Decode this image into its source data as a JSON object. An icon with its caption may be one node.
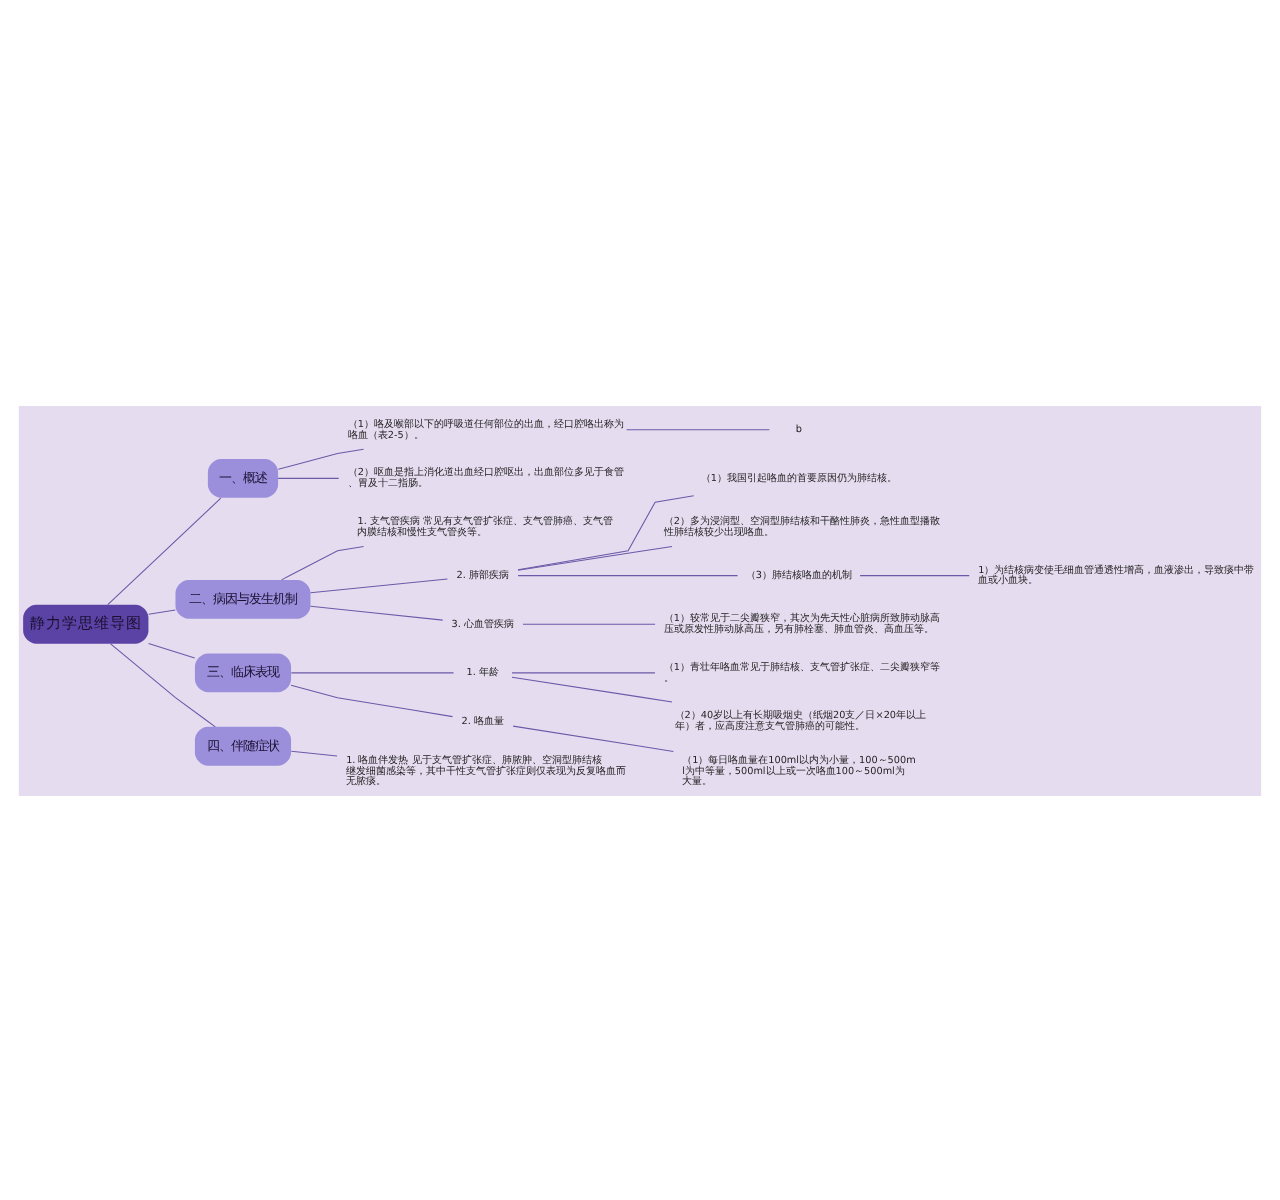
{
  "diagram": {
    "nodes": [
      {
        "text": [
          "静力学思维导图"
        ]
      },
      {
        "text": [
          "一、概述"
        ]
      },
      {
        "text": [
          "（1）咯及喉部以下的呼吸道任何部位的出血，经口腔咯出称为咯血（表2-5）。"
        ]
      },
      {
        "text": [
          "b"
        ]
      },
      {
        "text": [
          "（2）呕血是指上消化道出血经口腔呕出，出血部位多见于食管、胃及十二指肠。"
        ]
      },
      {
        "text": [
          "二、病因与发生机制"
        ]
      },
      {
        "text": [
          "1. 支气管疾病 常见有支气管扩张症、支气管肺癌、支气管内膜结核和慢性支气管炎等。"
        ]
      },
      {
        "text": [
          "2. 肺部疾病"
        ]
      },
      {
        "text": [
          "（1）我国引起咯血的首要原因仍为肺结核。"
        ]
      },
      {
        "text": [
          "（2）多为浸润型、空洞型肺结核和干酪性肺炎，急性血型播散性肺结核较少出现咯血。"
        ]
      },
      {
        "text": [
          "（3）肺结核咯血的机制"
        ]
      },
      {
        "text": [
          "1）为结核病变使毛细血管通透性增高，血液渗出，导致痰中带血或小血块。"
        ]
      },
      {
        "text": [
          "3. 心血管疾病"
        ]
      },
      {
        "text": [
          "（1）较常见于二尖瓣狭窄，其次为先天性心脏病所致肺动脉高压或原发性肺动脉高压，另有肺栓塞、肺血管炎、高血压等。"
        ]
      },
      {
        "text": [
          "三、临床表现"
        ]
      },
      {
        "text": [
          "1. 年龄"
        ]
      },
      {
        "text": [
          "（1）青壮年咯血常见于肺结核、支气管扩张症、二尖瓣狭窄等。"
        ]
      },
      {
        "text": [
          "（2）40岁以上有长期吸烟史（纸烟20支／日×20年以上年）者，应高度注意支气管肺癌的可能性。"
        ]
      },
      {
        "text": [
          "2. 咯血量"
        ]
      },
      {
        "text": [
          "（1）每日咯血量在100ml以内为小量，100～500ml为中等量，500ml以上或一次咯血100～500ml为大量。"
        ]
      },
      {
        "text": [
          "四、伴随症状"
        ]
      },
      {
        "text": [
          "1. 咯血伴发热 见于支气管扩张症、肺脓肿、空洞型肺结核继发细菌感染等，其中干性支气管扩张症则仅表现为反复咯血而无脓痰。"
        ]
      }
    ],
    "edges": [
      {
        "from": 0,
        "to": 1,
        "arrow": "none"
      },
      {
        "from": 1,
        "to": 2,
        "arrow": "none"
      },
      {
        "from": 2,
        "to": 3,
        "arrow": "none"
      },
      {
        "from": 1,
        "to": 4,
        "arrow": "none"
      },
      {
        "from": 0,
        "to": 5,
        "arrow": "none"
      },
      {
        "from": 5,
        "to": 6,
        "arrow": "none"
      },
      {
        "from": 5,
        "to": 7,
        "arrow": "none"
      },
      {
        "from": 7,
        "to": 8,
        "arrow": "none"
      },
      {
        "from": 7,
        "to": 9,
        "arrow": "none"
      },
      {
        "from": 7,
        "to": 10,
        "arrow": "none"
      },
      {
        "from": 10,
        "to": 11,
        "arrow": "none"
      },
      {
        "from": 5,
        "to": 12,
        "arrow": "none"
      },
      {
        "from": 12,
        "to": 13,
        "arrow": "none"
      },
      {
        "from": 0,
        "to": 14,
        "arrow": "none"
      },
      {
        "from": 14,
        "to": 15,
        "arrow": "none"
      },
      {
        "from": 15,
        "to": 16,
        "arrow": "none"
      },
      {
        "from": 15,
        "to": 17,
        "arrow": "none"
      },
      {
        "from": 14,
        "to": 18,
        "arrow": "none"
      },
      {
        "from": 18,
        "to": 19,
        "arrow": "none"
      },
      {
        "from": 0,
        "to": 20,
        "arrow": "none"
      },
      {
        "from": 20,
        "to": 21,
        "arrow": "none"
      }
    ]
  }
}
